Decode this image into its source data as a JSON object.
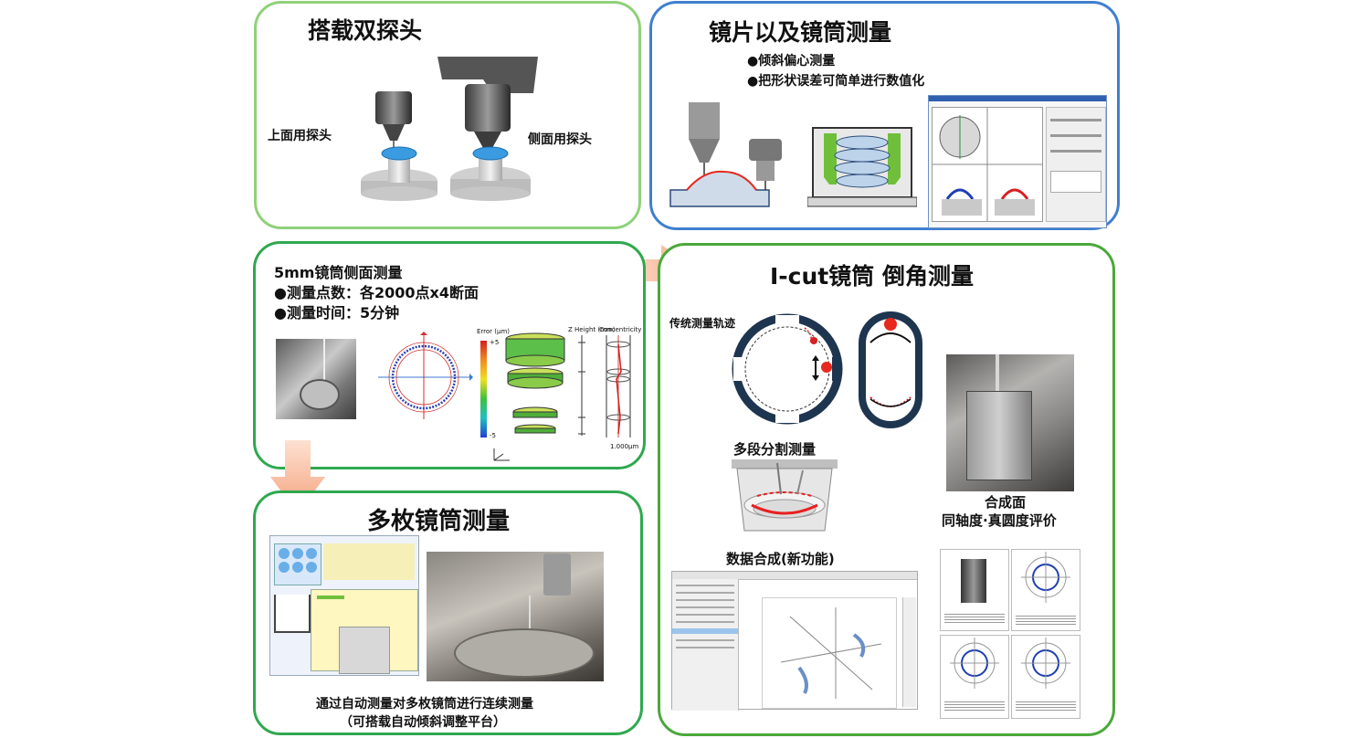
{
  "colors": {
    "panel1_border": "#8fd17a",
    "panel2_border": "#3f7fcf",
    "panel3_border": "#2fa84f",
    "panel4_border": "#2fa84f",
    "panel5_border": "#4aa83a",
    "arrow": "#f6b89a",
    "probe_blue": "#2f8fd8",
    "highlight_red": "#e8281e"
  },
  "panel1": {
    "title": "搭载双探头",
    "top_probe_label": "上面用探头",
    "side_probe_label": "侧面用探头"
  },
  "panel2": {
    "title": "镜片以及镜筒测量",
    "bullet1": "●倾斜偏心测量",
    "bullet2": "●把形状误差可简单进行数值化"
  },
  "panel3": {
    "line1": "5mm镜筒侧面测量",
    "line2": "●测量点数：各2000点x4断面",
    "line3": "●测量时间：5分钟",
    "chart_label_error": "Error (μm)",
    "chart_label_height": "Z Height (mm)",
    "chart_label_conc": "Concentricity",
    "scale_top": "+5",
    "scale_bottom": "-5",
    "scale_bar": "1.000μm"
  },
  "panel4": {
    "title": "多枚镜筒测量",
    "caption1": "通过自动测量对多枚镜筒进行连续测量",
    "caption2": "（可搭载自动倾斜调整平台）"
  },
  "panel5": {
    "title": "I-cut镜筒 倒角测量",
    "traditional_label": "传统测量轨迹",
    "multistage_label": "多段分割测量",
    "synthesis_label": "数据合成(新功能)",
    "composite_label": "合成面",
    "eval_label": "同轴度·真圆度评价"
  }
}
